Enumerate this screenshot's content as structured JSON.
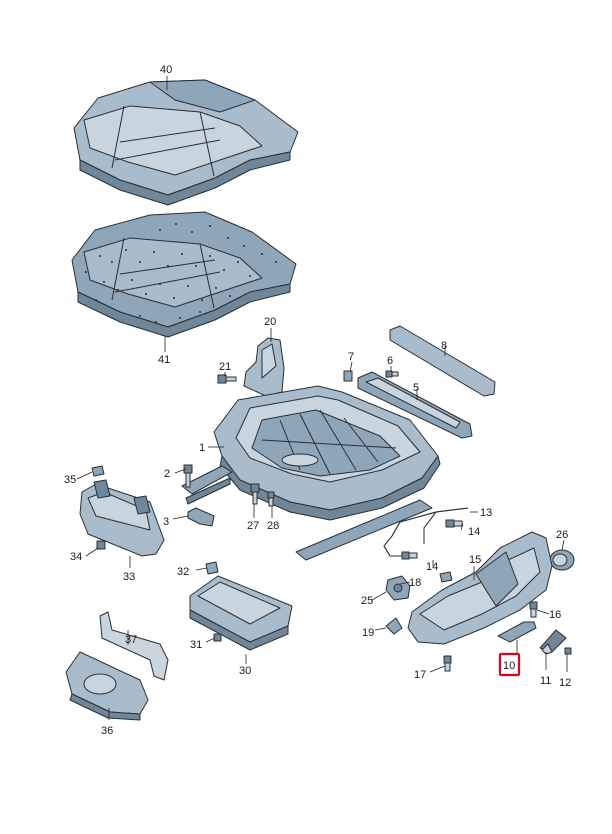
{
  "diagram": {
    "highlighted_label": "10",
    "highlight_color": "#e3001b",
    "labels": {
      "p40": "40",
      "p41": "41",
      "p20": "20",
      "p21": "21",
      "p7": "7",
      "p6": "6",
      "p8": "8",
      "p5": "5",
      "p1": "1",
      "p2": "2",
      "p35": "35",
      "p3": "3",
      "p27": "27",
      "p28": "28",
      "p34": "34",
      "p33": "33",
      "p13": "13",
      "p14a": "14",
      "p14b": "14",
      "p26": "26",
      "p15": "15",
      "p18": "18",
      "p32": "32",
      "p25": "25",
      "p16": "16",
      "p37": "37",
      "p19": "19",
      "p31": "31",
      "p30": "30",
      "p10": "10",
      "p11": "11",
      "p12": "12",
      "p17": "17",
      "p36": "36"
    }
  }
}
